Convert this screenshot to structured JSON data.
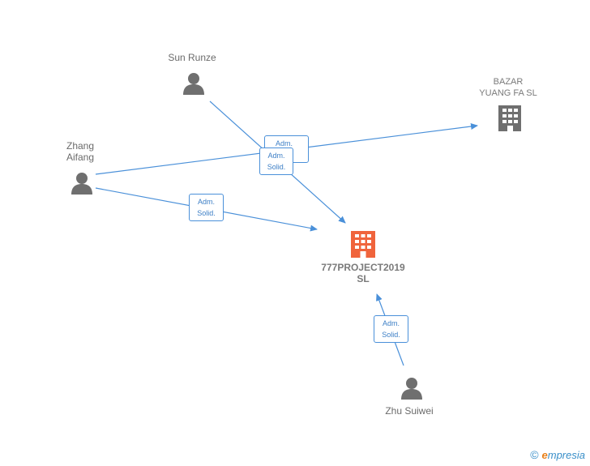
{
  "nodes": {
    "sun_runze": {
      "label": "Sun Runze",
      "type": "person"
    },
    "zhang_aifang": {
      "label": "Zhang\nAifang",
      "type": "person"
    },
    "zhu_suiwei": {
      "label": "Zhu Suiwei",
      "type": "person"
    },
    "bazar": {
      "label": "BAZAR\nYUANG FA  SL",
      "type": "company"
    },
    "project": {
      "label": "777PROJECT2019\nSL",
      "type": "company-main"
    }
  },
  "edges": {
    "sun_to_project": {
      "label": "Adm.\n..."
    },
    "zhang_to_bazar": {
      "label": "Adm.\nSolid."
    },
    "zhang_to_project": {
      "label": "Adm.\nSolid."
    },
    "zhu_to_project": {
      "label": "Adm.\nSolid."
    }
  },
  "colors": {
    "edge": "#4a90d9",
    "person_icon": "#6f6f6f",
    "company_icon": "#6f6f6f",
    "main_company_icon": "#f0643c"
  },
  "brand": {
    "copyright": "©",
    "name": "mpresia",
    "initial": "e"
  }
}
